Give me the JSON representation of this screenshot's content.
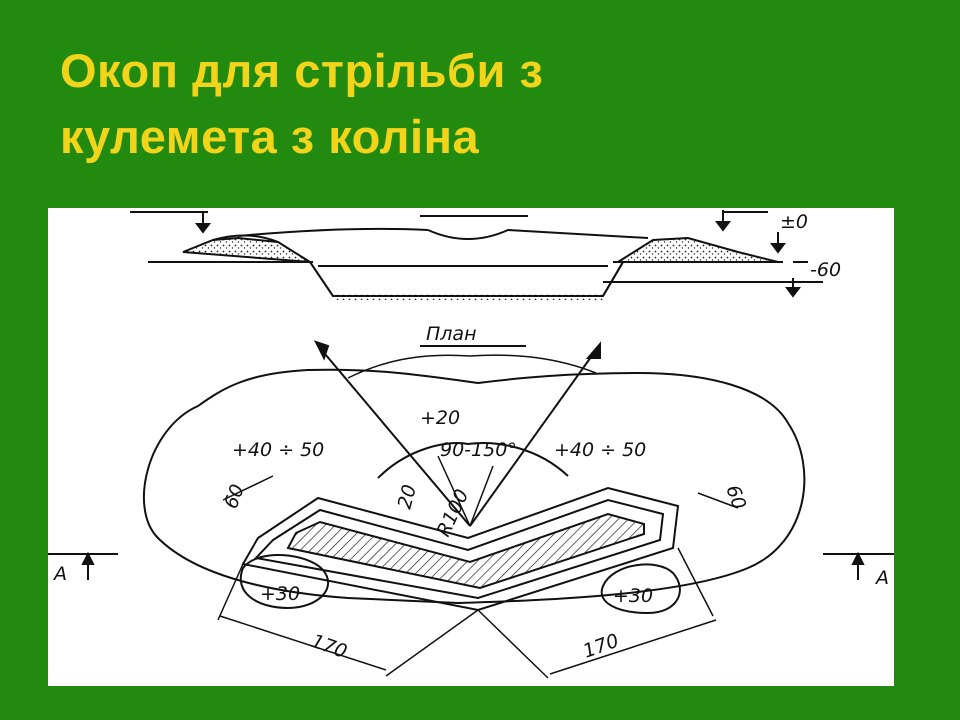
{
  "slide": {
    "title_line1": "Окоп для стрільби з",
    "title_line2": "кулемета з коліна"
  },
  "figure": {
    "section": {
      "level_top": "±0",
      "level_bottom": "-60"
    },
    "plan": {
      "heading": "План",
      "parapet_front": "+20",
      "parapet_left": "+40 ÷ 50",
      "parapet_right": "+40 ÷ 50",
      "angle": "90-150°",
      "dim_left_width": "60",
      "dim_right_width": "60",
      "dim_depth_a": "20",
      "radius": "R100",
      "elbow_left": "+30",
      "elbow_right": "+30",
      "length_left": "170",
      "length_right": "170",
      "section_mark_left": "A",
      "section_mark_right": "A"
    }
  },
  "colors": {
    "background": "#218a0f",
    "title": "#f2d51a"
  }
}
